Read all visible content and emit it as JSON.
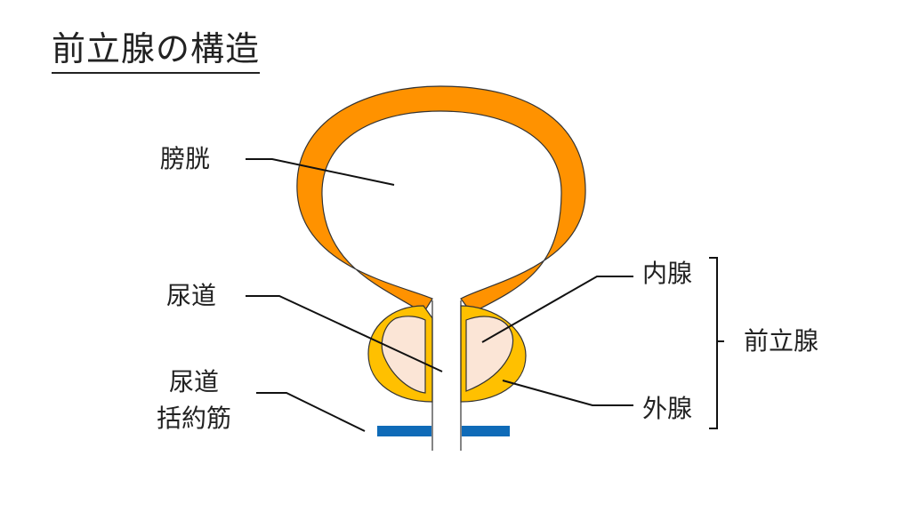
{
  "title": "前立腺の構造",
  "labels": {
    "bladder": "膀胱",
    "urethra": "尿道",
    "sphincter_line1": "尿道",
    "sphincter_line2": "括約筋",
    "inner_gland": "内腺",
    "outer_gland": "外腺",
    "prostate": "前立腺"
  },
  "colors": {
    "bladder_wall": "#FF9200",
    "outer_gland": "#FFC000",
    "inner_gland": "#FBE5D6",
    "sphincter": "#0F6BB8",
    "line": "#111111"
  }
}
